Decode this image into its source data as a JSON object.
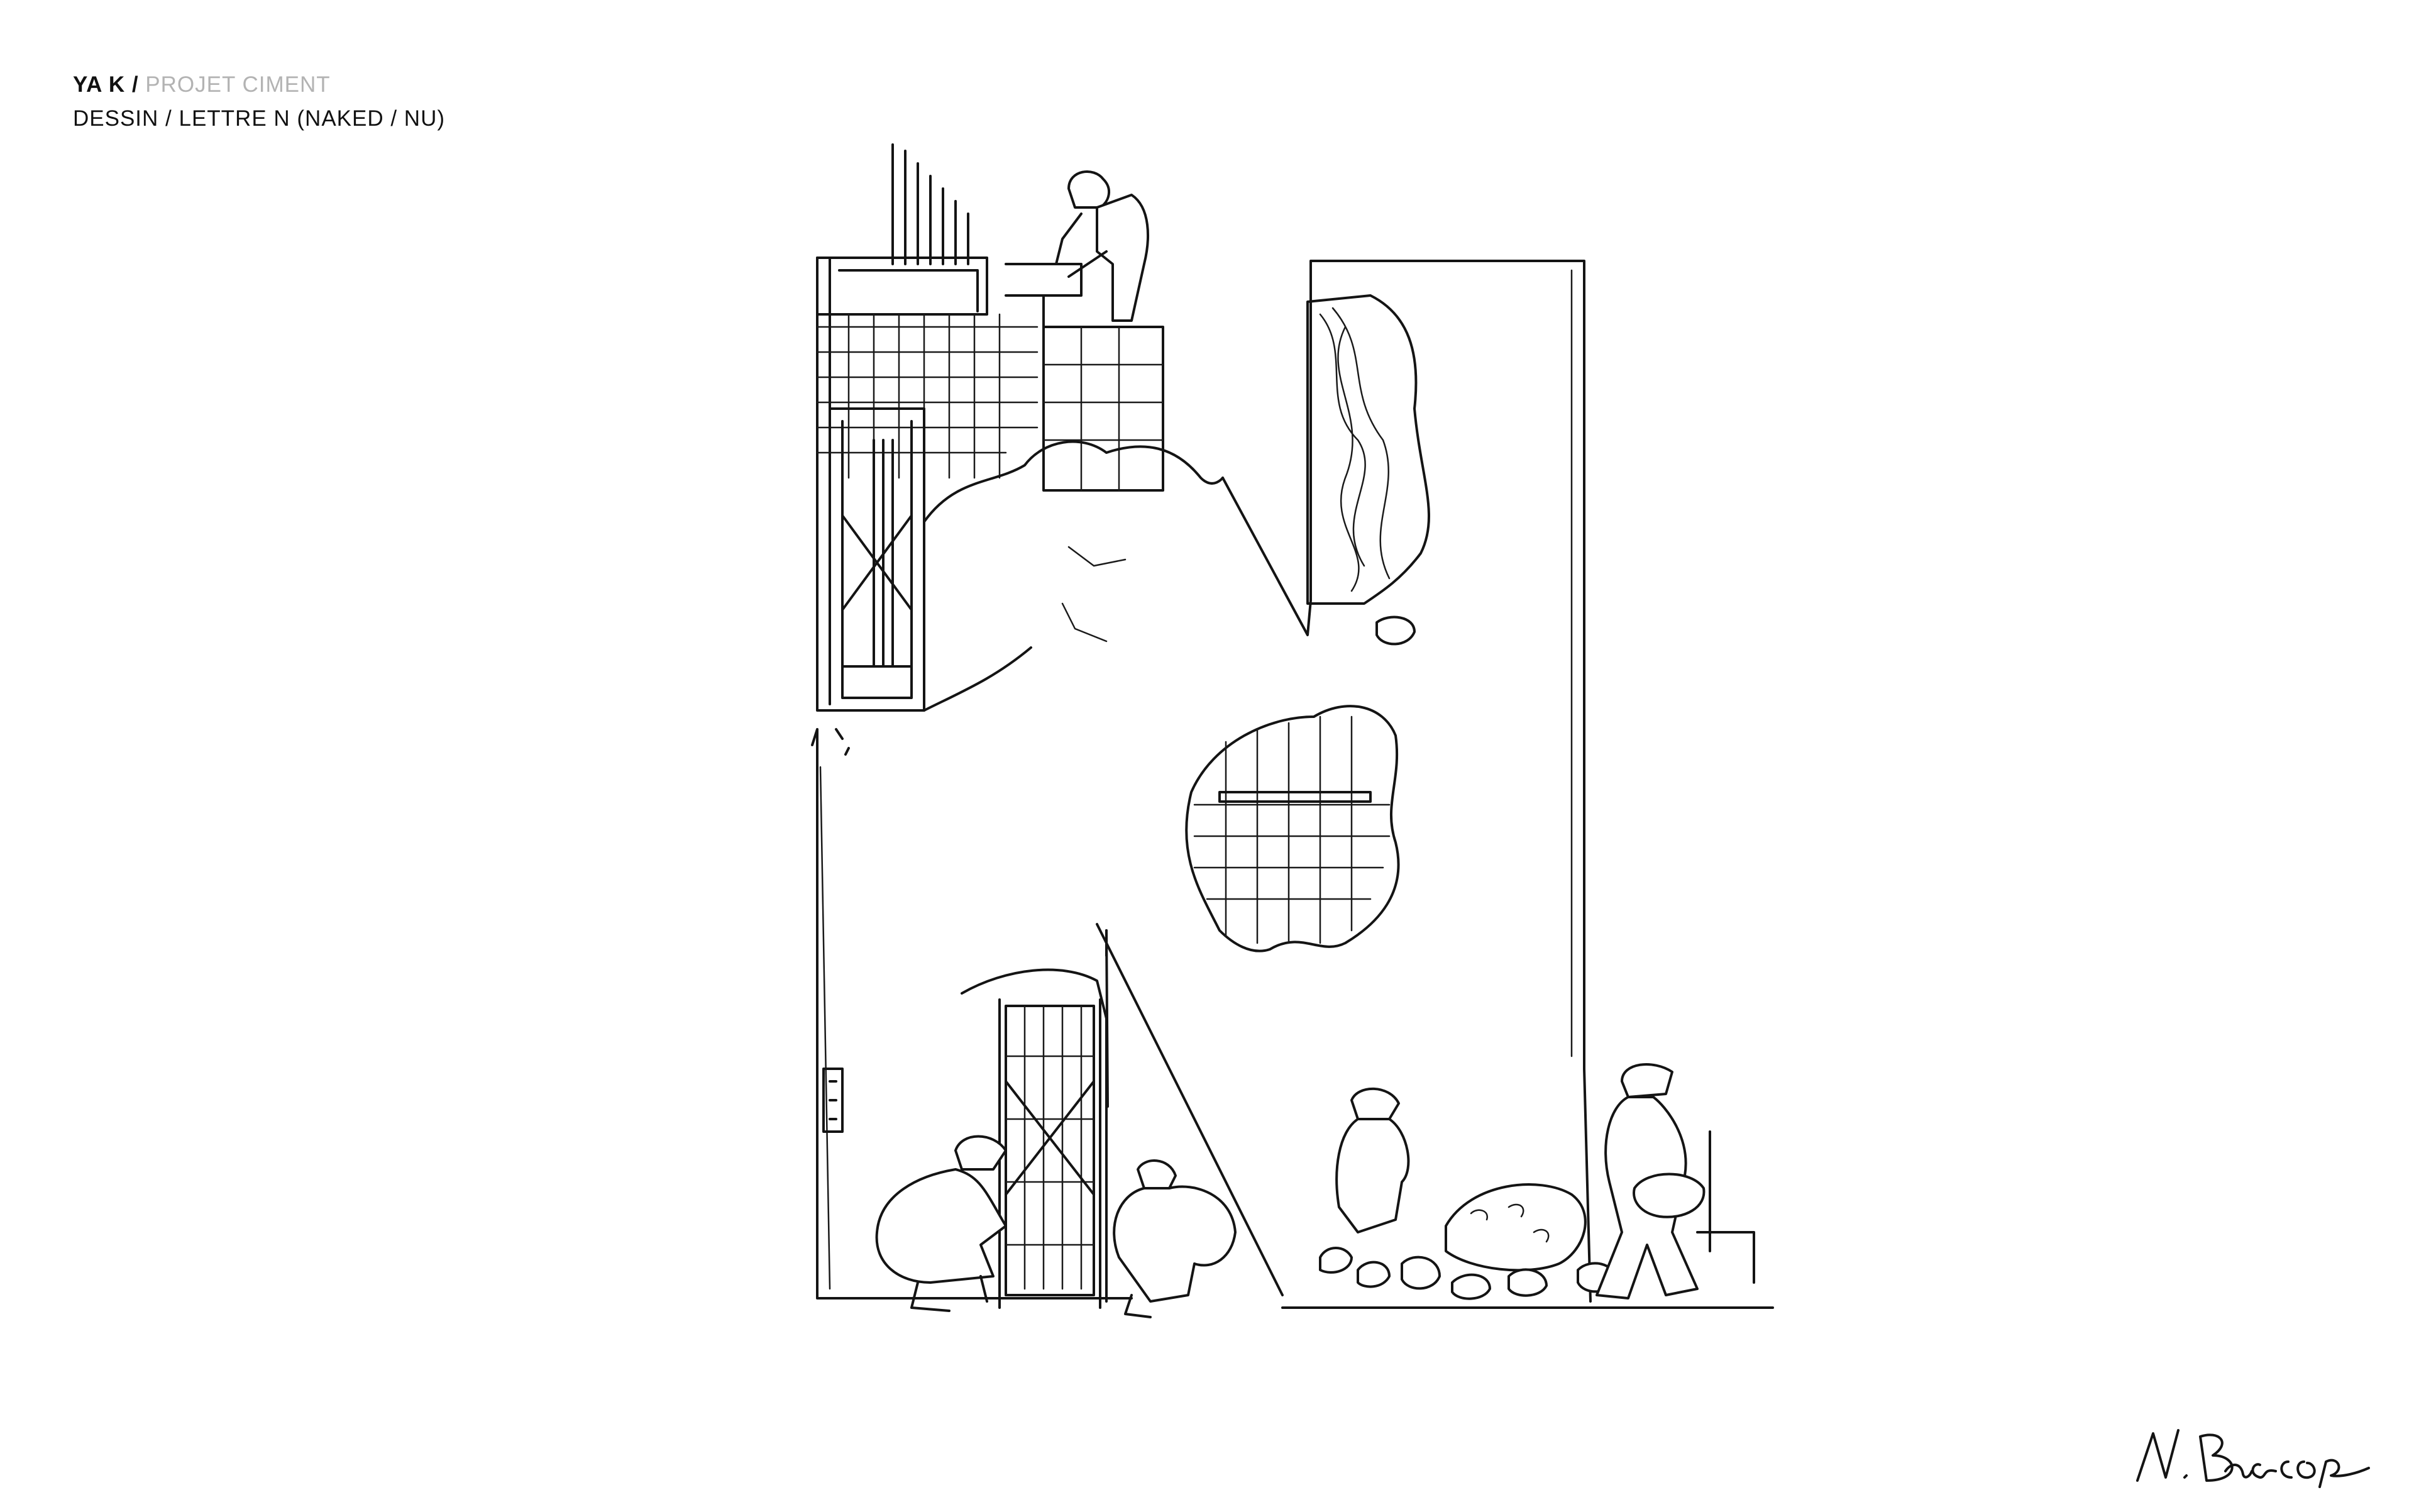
{
  "header": {
    "brand": "YA K /",
    "project": "PROJET CIMENT",
    "subtitle": "DESSIN  / LETTRE N (NAKED / NU)"
  },
  "artwork": {
    "icon": "letter-n-construction-illustration"
  },
  "signature": {
    "text": "N. Bascop",
    "icon": "handwritten-signature"
  },
  "colors": {
    "background": "#ffffff",
    "ink": "#141414",
    "muted": "#b3b3b3"
  }
}
